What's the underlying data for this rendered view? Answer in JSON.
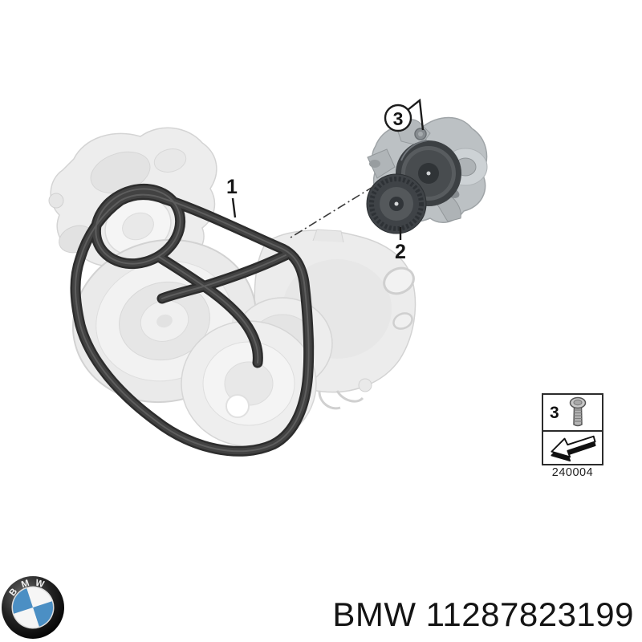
{
  "figure": {
    "callouts": {
      "belt": "1",
      "tensioner": "2",
      "bolt": "3"
    }
  },
  "legend": {
    "item_number": "3",
    "bolt_icon": "bolt-icon",
    "arrow_icon": "removal-direction-arrow-icon",
    "diagram_code": "240004"
  },
  "footer": {
    "brand": "BMW",
    "part_number": "11287823199"
  },
  "logo": {
    "letters": [
      "B",
      "M",
      "W"
    ]
  },
  "colors": {
    "background": "#ffffff",
    "belt": "#2d2d2d",
    "ghost_fill": "#ededed",
    "ghost_edge": "#d4d4d4",
    "tensioner_pulley": "#3f4347",
    "tensioner_bracket": "#bcc1c4",
    "callout_ink": "#1c1c1c",
    "logo_blue": "#4b8fc4",
    "logo_ring": "#0a0a0a",
    "footer_text": "#141414"
  }
}
